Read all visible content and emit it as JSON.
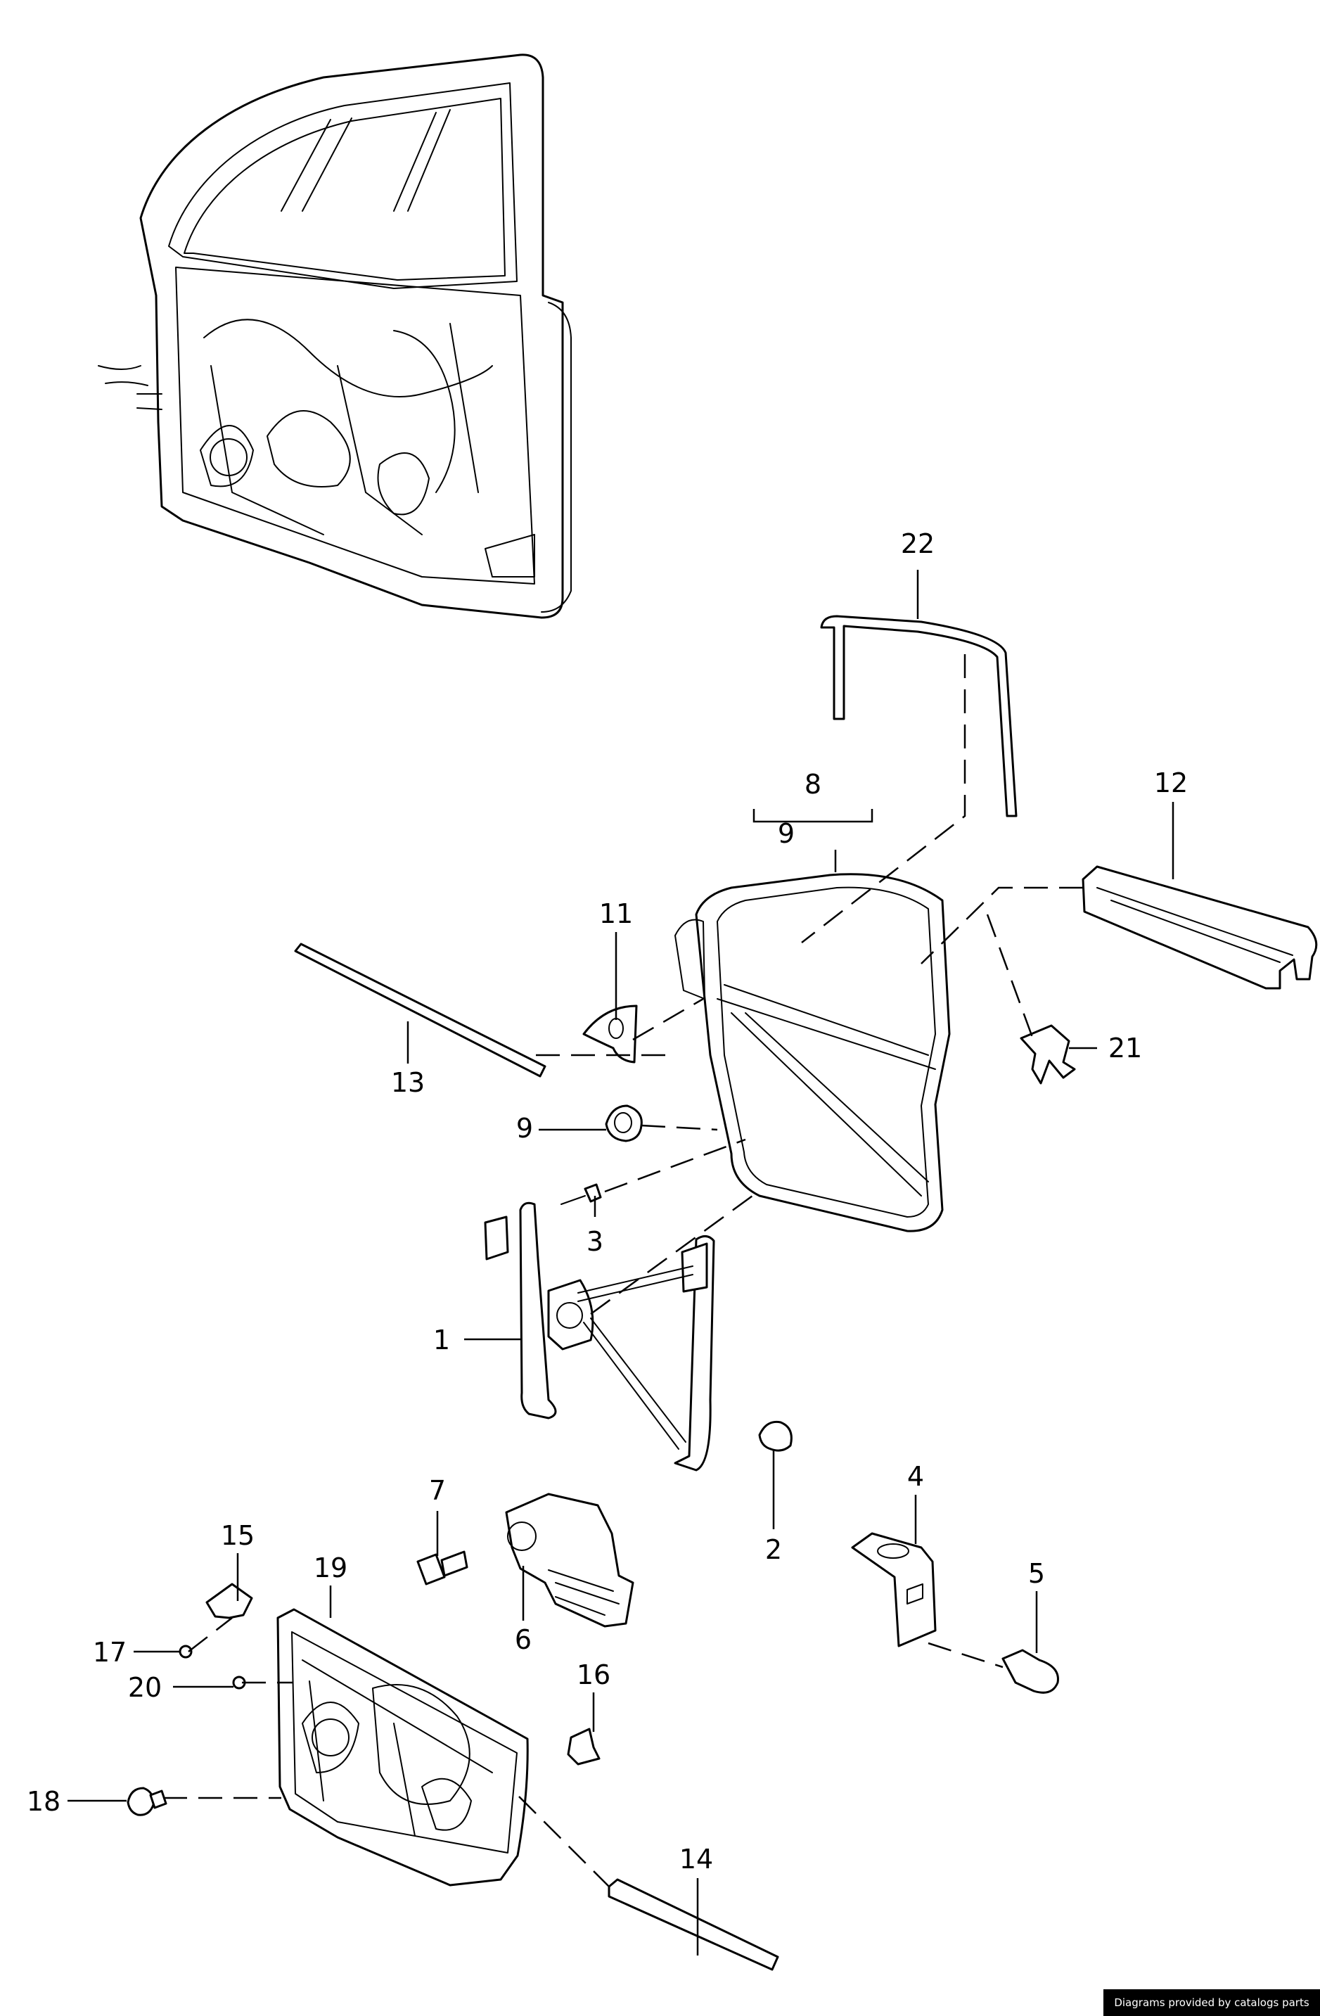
{
  "labels": {
    "p1": "1",
    "p2": "2",
    "p3": "3",
    "p4": "4",
    "p5": "5",
    "p6": "6",
    "p7": "7",
    "p8": "8",
    "p9a": "9",
    "p9b": "9",
    "p11": "11",
    "p12": "12",
    "p13": "13",
    "p14": "14",
    "p15": "15",
    "p16": "16",
    "p17": "17",
    "p18": "18",
    "p19": "19",
    "p20": "20",
    "p21": "21",
    "p22": "22"
  },
  "credit": "Diagrams provided by catalogs parts",
  "colors": {
    "line": "#000000",
    "background": "#ffffff",
    "credit_bg": "#000000",
    "credit_text": "#ffffff"
  }
}
